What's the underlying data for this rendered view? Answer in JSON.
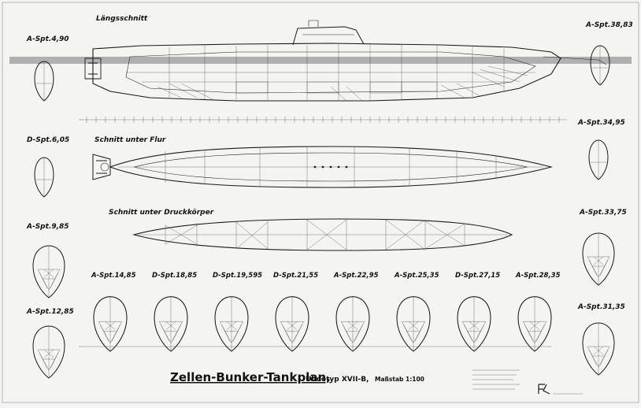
{
  "sheet": {
    "main_title": "Zellen-Bunker-Tankplan,",
    "subtitle_type": "Ubootyp XVII-B,",
    "subtitle_scale": "Maßstab 1:100"
  },
  "views": {
    "longitudinal": "Längsschnitt",
    "under_floor": "Schnitt unter Flur",
    "under_hull": "Schnitt unter Druckkörper"
  },
  "sections": {
    "top_left": "A-Spt.4,90",
    "left_2": "D-Spt.6,05",
    "left_3": "A-Spt.9,85",
    "left_4": "A-Spt.12,85",
    "right_1": "A-Spt.38,83",
    "right_2": "A-Spt.34,95",
    "right_3": "A-Spt.33,75",
    "right_4": "A-Spt.31,35",
    "bottom": [
      "A-Spt.14,85",
      "D-Spt.18,85",
      "D-Spt.19,595",
      "D-Spt.21,55",
      "A-Spt.22,95",
      "A-Spt.25,35",
      "D-Spt.27,15",
      "A-Spt.28,35"
    ]
  },
  "colors": {
    "paper": "#f4f4f1",
    "ink": "#1a1a1a",
    "waterline": "#9a9a9a"
  }
}
